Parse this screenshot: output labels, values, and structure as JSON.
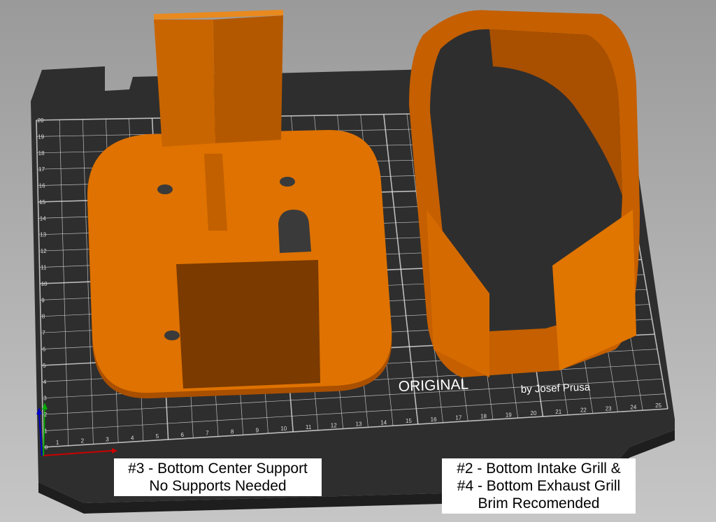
{
  "viewport": {
    "bed": {
      "x_ticks": [
        "0",
        "1",
        "2",
        "3",
        "4",
        "5",
        "6",
        "7",
        "8",
        "9",
        "10",
        "11",
        "12",
        "13",
        "14",
        "15",
        "16",
        "17",
        "18",
        "19",
        "20",
        "21",
        "22",
        "23",
        "24",
        "25"
      ],
      "y_ticks": [
        "0",
        "1",
        "2",
        "3",
        "4",
        "5",
        "6",
        "7",
        "8",
        "9",
        "10",
        "11",
        "12",
        "13",
        "14",
        "15",
        "16",
        "17",
        "18",
        "19",
        "20"
      ],
      "logo_text_1": "ORIGINAL",
      "logo_text_2": "by Josef Prusa",
      "colors": {
        "bed": "#2f2f2f",
        "grid": "#e0e0e0",
        "model": "#e07000"
      }
    },
    "labels": {
      "left": {
        "line1": "#3 - Bottom Center Support",
        "line2": "No Supports Needed"
      },
      "right": {
        "line1": "#2 - Bottom Intake Grill &",
        "line2": "#4 - Bottom Exhaust Grill",
        "line3": "Brim Recomended"
      }
    },
    "axes_colors": {
      "x": "#cc0000",
      "y": "#00aa00",
      "z": "#0000cc"
    }
  }
}
